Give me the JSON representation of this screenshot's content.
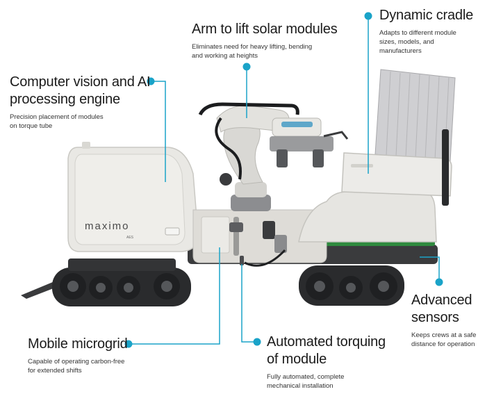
{
  "brand": {
    "logo_text": "maximo",
    "logo_sub": "AES"
  },
  "colors": {
    "accent": "#1aa3c8",
    "text": "#1b1b1b",
    "body_white": "#e9e8e4",
    "track": "#2a2b2d",
    "green_strip": "#2f8a3e"
  },
  "callouts": {
    "arm": {
      "title": "Arm to lift solar modules",
      "desc_lines": [
        "Eliminates need for heavy lifting, bending",
        "and working at heights"
      ]
    },
    "cradle": {
      "title": "Dynamic cradle",
      "desc_lines": [
        "Adapts to different module",
        "sizes, models, and",
        "manufacturers"
      ]
    },
    "vision": {
      "title_lines": [
        "Computer vision and AI",
        "processing engine"
      ],
      "desc_lines": [
        "Precision placement of modules",
        "on torque tube"
      ]
    },
    "sensors": {
      "title_lines": [
        "Advanced",
        "sensors"
      ],
      "desc_lines": [
        "Keeps crews at a safe",
        "distance for operation"
      ]
    },
    "microgrid": {
      "title": "Mobile microgrid",
      "desc_lines": [
        "Capable of operating carbon-free",
        "for extended shifts"
      ]
    },
    "torquing": {
      "title_lines": [
        "Automated torquing",
        "of module"
      ],
      "desc_lines": [
        "Fully automated, complete",
        "mechanical installation"
      ]
    }
  }
}
